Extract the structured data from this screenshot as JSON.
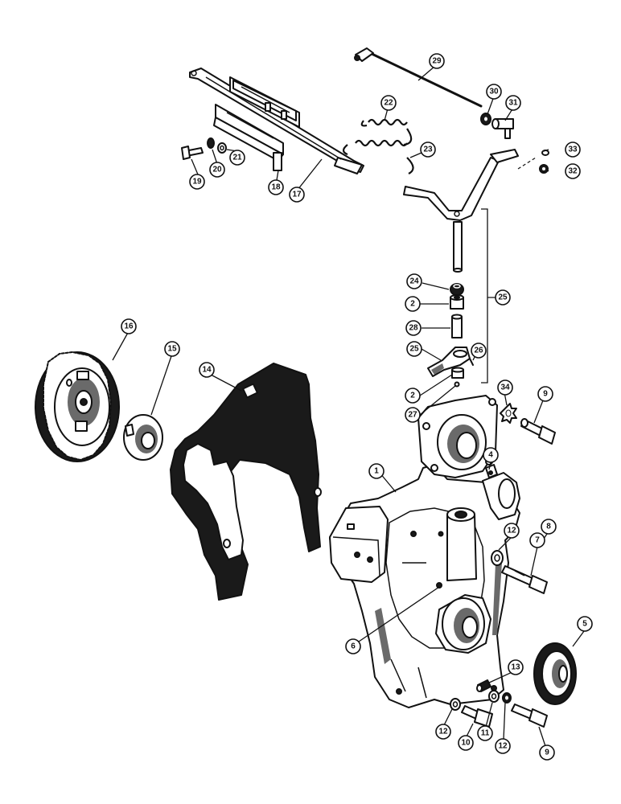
{
  "colors": {
    "ink": "#111111",
    "paper": "#ffffff",
    "shade": "#6a6a6a"
  },
  "callouts": [
    {
      "id": "c1",
      "label": "1"
    },
    {
      "id": "c2a",
      "label": "2"
    },
    {
      "id": "c2b",
      "label": "2"
    },
    {
      "id": "c4",
      "label": "4"
    },
    {
      "id": "c5",
      "label": "5"
    },
    {
      "id": "c6",
      "label": "6"
    },
    {
      "id": "c7",
      "label": "7"
    },
    {
      "id": "c8",
      "label": "8"
    },
    {
      "id": "c9a",
      "label": "9"
    },
    {
      "id": "c9b",
      "label": "9"
    },
    {
      "id": "c10",
      "label": "10"
    },
    {
      "id": "c11",
      "label": "11"
    },
    {
      "id": "c12a",
      "label": "12"
    },
    {
      "id": "c12b",
      "label": "12"
    },
    {
      "id": "c12c",
      "label": "12"
    },
    {
      "id": "c13",
      "label": "13"
    },
    {
      "id": "c14",
      "label": "14"
    },
    {
      "id": "c15",
      "label": "15"
    },
    {
      "id": "c16",
      "label": "16"
    },
    {
      "id": "c17",
      "label": "17"
    },
    {
      "id": "c18",
      "label": "18"
    },
    {
      "id": "c19",
      "label": "19"
    },
    {
      "id": "c20",
      "label": "20"
    },
    {
      "id": "c21",
      "label": "21"
    },
    {
      "id": "c22",
      "label": "22"
    },
    {
      "id": "c23",
      "label": "23"
    },
    {
      "id": "c24",
      "label": "24"
    },
    {
      "id": "c25a",
      "label": "25"
    },
    {
      "id": "c25b",
      "label": "25"
    },
    {
      "id": "c26",
      "label": "26"
    },
    {
      "id": "c27",
      "label": "27"
    },
    {
      "id": "c28",
      "label": "28"
    },
    {
      "id": "c29",
      "label": "29"
    },
    {
      "id": "c30",
      "label": "30"
    },
    {
      "id": "c31",
      "label": "31"
    },
    {
      "id": "c32",
      "label": "32"
    },
    {
      "id": "c33",
      "label": "33"
    },
    {
      "id": "c34",
      "label": "34"
    }
  ]
}
